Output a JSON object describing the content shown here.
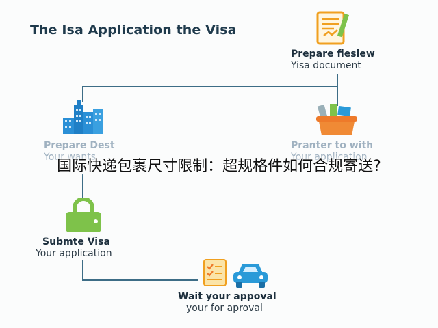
{
  "title": "The Isa Application the Visa",
  "steps": {
    "prepare_review": {
      "line1": "Prepare fiesiew",
      "line2": "Yisa document"
    },
    "prepare_dest": {
      "line1": "Prepare Dest",
      "line2": "Your wants"
    },
    "printer": {
      "line1": "Pranter to with",
      "line2": "Your application"
    },
    "submit": {
      "line1": "Submte Visa",
      "line2": "Your application"
    },
    "wait": {
      "line1": "Wait your appoval",
      "line2": "your for aproval"
    }
  },
  "overlay_caption": "国际快递包裹尺寸限制：超规格件如何合规寄送?",
  "colors": {
    "connector": "#3d6d86",
    "doc_orange": "#f0a020",
    "building_blue": "#2a8fd6",
    "basket_orange": "#ee7a2a",
    "lock_green": "#7ec24a",
    "car_blue": "#2a9ad8"
  }
}
